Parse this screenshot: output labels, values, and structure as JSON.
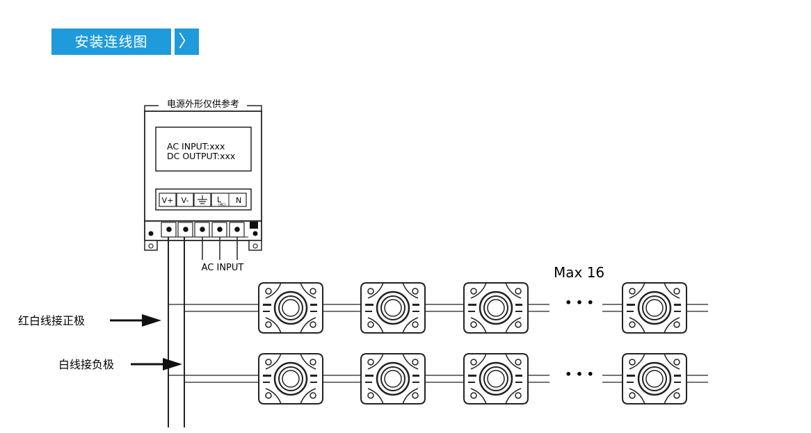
{
  "header": {
    "title": "安装连线图",
    "arrow_glyph": "〉",
    "accent_color": "#1f9bdc"
  },
  "power_supply": {
    "caption": "电源外形仅供参考",
    "label_line1": "AC INPUT:xxx",
    "label_line2": "DC OUTPUT:xxx",
    "terminals": [
      "V+",
      "V-",
      "ground-icon",
      "L",
      "N"
    ],
    "terminal_l_subscript": "(AC)",
    "ac_input_label": "AC INPUT"
  },
  "annotations": {
    "positive_label": "红白线接正极",
    "negative_label": "白线接负极",
    "max_label": "Max 16",
    "ellipsis": "• • •"
  },
  "modules": {
    "rows": 2,
    "visible_per_row": 4
  }
}
